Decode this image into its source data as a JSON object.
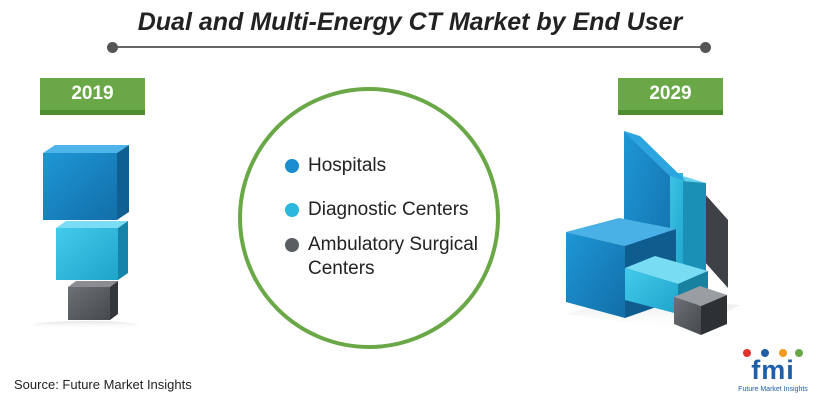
{
  "chart_data": {
    "type": "bar",
    "title": "Dual and Multi-Energy CT Market by End User",
    "years": [
      "2019",
      "2029"
    ],
    "series": [
      {
        "name": "Hospitals",
        "color": "#1b8ccd"
      },
      {
        "name": "Diagnostic Centers",
        "color": "#2cb8dc"
      },
      {
        "name": "Ambulatory Surgical Centers",
        "color": "#5a5e63"
      }
    ],
    "source": "Source: Future Market Insights"
  },
  "logo": {
    "mark": "fmi",
    "tagline": "Future Market Insights"
  },
  "icons": {
    "logo": "fmi-logo-icon"
  }
}
